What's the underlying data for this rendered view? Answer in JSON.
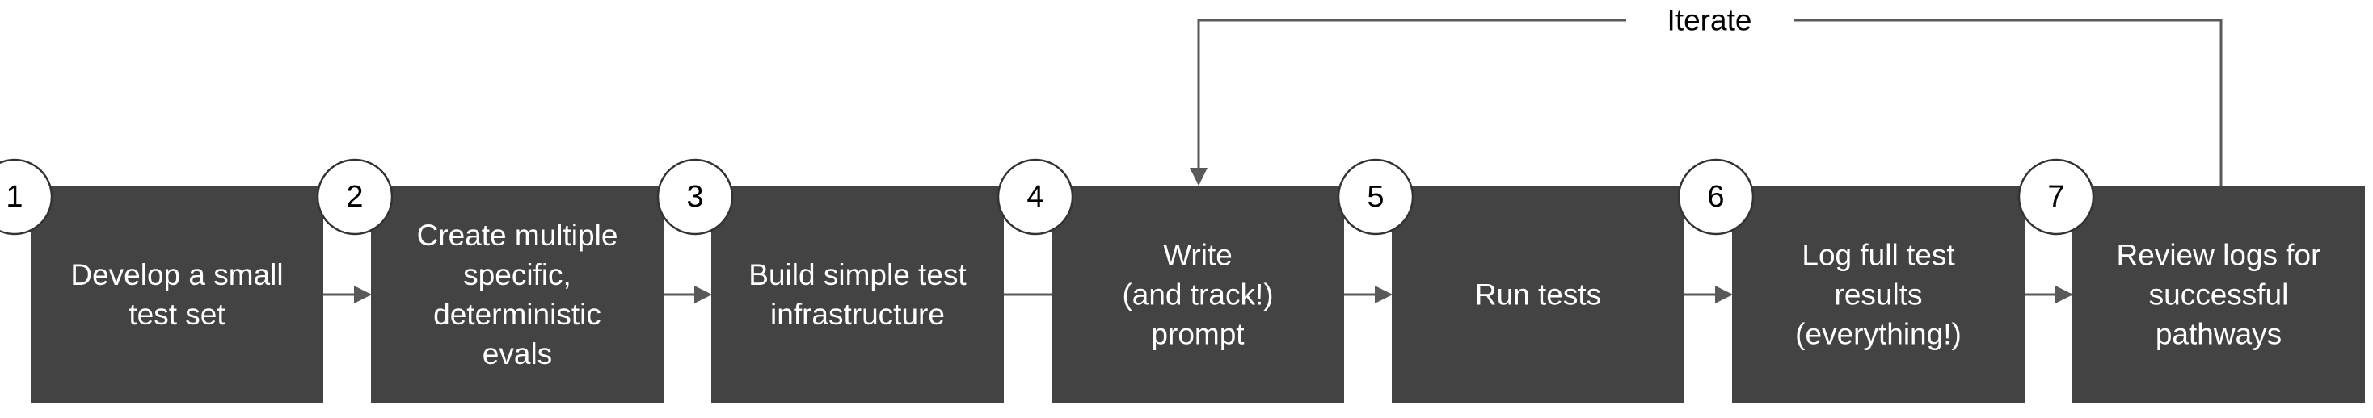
{
  "colors": {
    "box_fill": "#434343",
    "box_text": "#ffffff",
    "arrow": "#595959",
    "badge_fill": "#ffffff",
    "badge_stroke": "#333333"
  },
  "loop": {
    "label": "Iterate",
    "from_step": 7,
    "to_step": 4
  },
  "steps": [
    {
      "number": "1",
      "lines": [
        "Develop a small",
        "test set"
      ]
    },
    {
      "number": "2",
      "lines": [
        "Create multiple",
        "specific,",
        "deterministic",
        "evals"
      ]
    },
    {
      "number": "3",
      "lines": [
        "Build simple test",
        "infrastructure"
      ]
    },
    {
      "number": "4",
      "lines": [
        "Write",
        "(and track!)",
        "prompt"
      ]
    },
    {
      "number": "5",
      "lines": [
        "Run tests"
      ]
    },
    {
      "number": "6",
      "lines": [
        "Log full test",
        "results",
        "(everything!)"
      ]
    },
    {
      "number": "7",
      "lines": [
        "Review logs for",
        "successful",
        "pathways"
      ]
    }
  ],
  "connectors": [
    {
      "from": 1,
      "to": 2,
      "arrowhead": true
    },
    {
      "from": 2,
      "to": 3,
      "arrowhead": true
    },
    {
      "from": 3,
      "to": 4,
      "arrowhead": false
    },
    {
      "from": 4,
      "to": 5,
      "arrowhead": true
    },
    {
      "from": 5,
      "to": 6,
      "arrowhead": true
    },
    {
      "from": 6,
      "to": 7,
      "arrowhead": true
    }
  ]
}
